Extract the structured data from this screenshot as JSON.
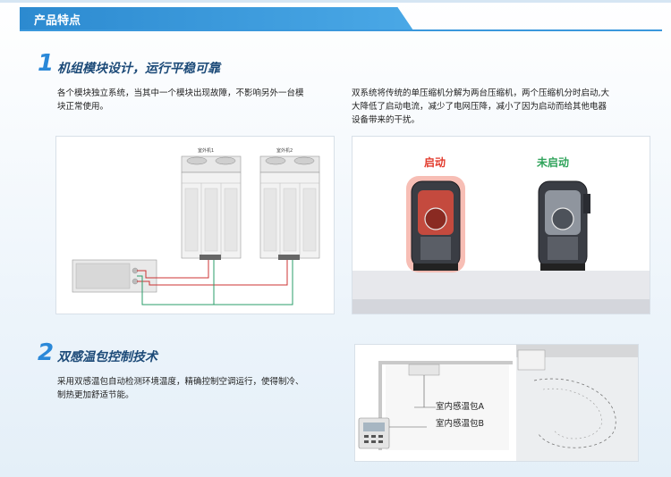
{
  "header": {
    "title": "产品特点"
  },
  "section1": {
    "number": "1",
    "title": "机组模块设计，运行平稳可靠",
    "left_text": [
      "各个模块独立系统，当其中一个模块出现故障，不影响另外一台模",
      "块正常使用。"
    ],
    "right_text": [
      "双系统将传统的单压缩机分解为两台压缩机，两个压缩机分时启动,大",
      "大降低了启动电流，减少了电网压降，减小了因为启动而给其他电器",
      "设备带来的干扰。"
    ],
    "unit_labels": [
      "室外机1",
      "室外机2"
    ],
    "compressor_labels": {
      "started": "启动",
      "not_started": "未启动"
    }
  },
  "section2": {
    "number": "2",
    "title": "双感温包控制技术",
    "text": [
      "采用双感温包自动检测环境温度，精确控制空调运行，使得制冷、",
      "制热更加舒适节能。"
    ],
    "sensor_labels": [
      "室内感温包A",
      "室内感温包B"
    ]
  },
  "colors": {
    "accent": "#2c8ad0",
    "started": "#e23a2c",
    "not_started": "#2fa35a"
  }
}
